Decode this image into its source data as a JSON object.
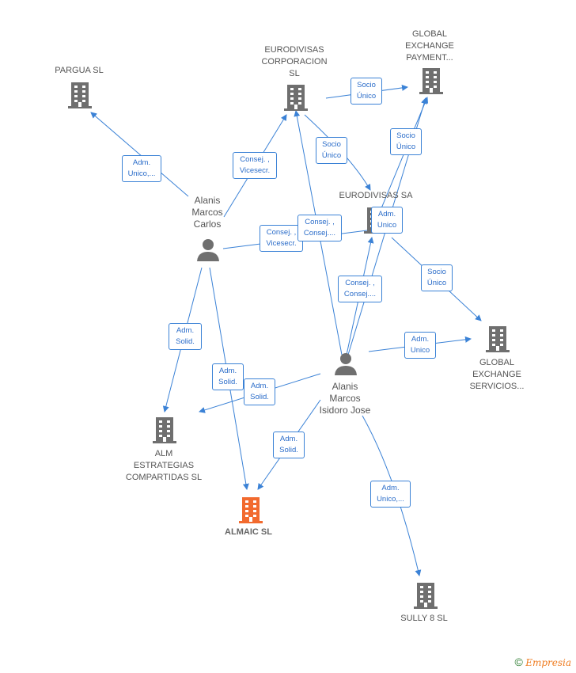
{
  "colors": {
    "edge": "#3b82d6",
    "building": "#6f6f6f",
    "focus_building": "#f26a2e",
    "person": "#6f6f6f"
  },
  "nodes": {
    "pargua": "PARGUA  SL",
    "eurodivisas_corp": "EURODIVISAS\nCORPORACION\nSL",
    "global_payment": "GLOBAL\nEXCHANGE\nPAYMENT...",
    "eurodivisas_sa": "EURODIVISAS SA",
    "global_servicios": "GLOBAL\nEXCHANGE\nSERVICIOS...",
    "alm": "ALM\nESTRATEGIAS\nCOMPARTIDAS SL",
    "almaic": "ALMAIC  SL",
    "sully": "SULLY 8  SL"
  },
  "people": {
    "carlos": "Alanis\nMarcos\nCarlos",
    "isidoro": "Alanis\nMarcos\nIsidoro Jose"
  },
  "edges": {
    "e1": "Adm.\nUnico,...",
    "e2": "Consej. ,\nVicesecr.",
    "e3": "Socio\nÚnico",
    "e4": "Socio\nÚnico",
    "e5": "Socio\nÚnico",
    "e6": "Consej. ,\nVicesecr.",
    "e7": "Consej. ,\nConsej....",
    "e8": "Adm.\nUnico",
    "e9": "Socio\nÚnico",
    "e10": "Consej. ,\nConsej....",
    "e11": "Adm.\nSolid.",
    "e12": "Adm.\nUnico",
    "e13": "Adm.\nSolid.",
    "e14": "Adm.\nSolid.",
    "e15": "Adm.\nSolid.",
    "e16": "Adm.\nUnico,..."
  },
  "brand": {
    "copyright": "©",
    "name": "Empresia"
  }
}
